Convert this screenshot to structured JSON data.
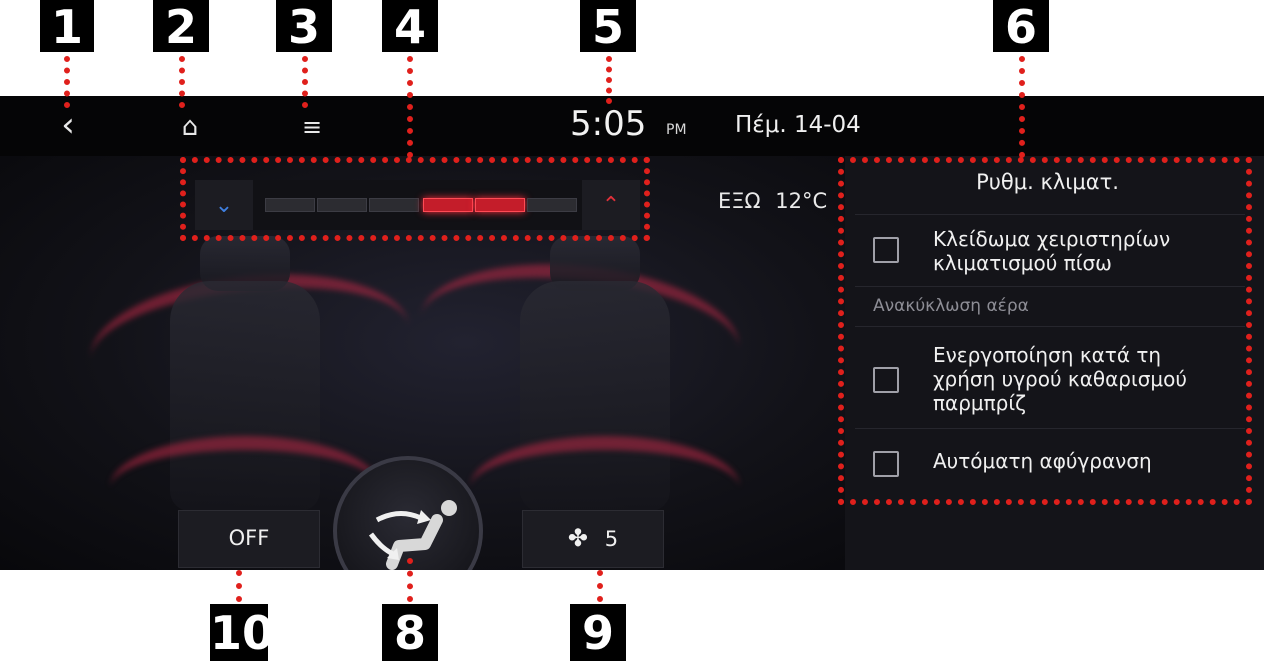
{
  "callouts": {
    "c1": "1",
    "c2": "2",
    "c3": "3",
    "c4": "4",
    "c5": "5",
    "c6": "6",
    "c8": "8",
    "c9": "9",
    "c10": "10"
  },
  "status_bar": {
    "time": "5:05",
    "ampm": "PM",
    "date": "Πέμ. 14-04"
  },
  "icons": {
    "back": "‹",
    "home": "⌂",
    "menu": "≡",
    "temp_down": "⌄",
    "temp_up": "⌃",
    "fan": "✤"
  },
  "temperature": {
    "outside_label": "ΕΞΩ",
    "outside_value": "12°C",
    "level_segments": 6,
    "active_segments": [
      4,
      5
    ]
  },
  "settings_panel": {
    "title": "Ρυθμ. κλιματ.",
    "item_lock_line1": "Κλείδωμα χειριστηρίων",
    "item_lock_line2": "κλιματισμού πίσω",
    "section_recirculation": "Ανακύκλωση αέρα",
    "item_washer_line1": "Ενεργοποίηση κατά τη",
    "item_washer_line2": "χρήση υγρού καθαρισμού",
    "item_washer_line3": "παρμπρίζ",
    "item_defog": "Αυτόματη αφύγρανση"
  },
  "bottom_controls": {
    "off_label": "OFF",
    "fan_speed": "5"
  },
  "colors": {
    "highlight": "#e0201c",
    "active_segment": "#c41d2a",
    "temp_down": "#3f7fe0",
    "temp_up": "#e0303a"
  }
}
